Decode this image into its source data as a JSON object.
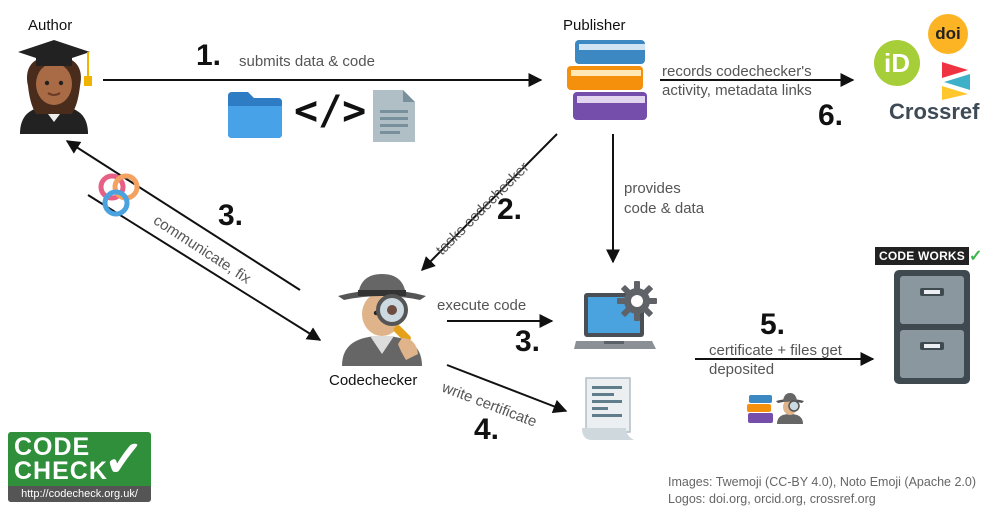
{
  "actors": {
    "author": "Author",
    "publisher": "Publisher",
    "codechecker": "Codechecker"
  },
  "steps": {
    "submit": "1.",
    "task": "2.",
    "communicate": "3.",
    "execute": "3.",
    "certificate": "4.",
    "deposit": "5.",
    "record": "6."
  },
  "edges": {
    "submits": "submits data & code",
    "records_line1": "records codechecker's",
    "records_line2": "activity, metadata links",
    "tasks": "tasks codechecker",
    "provides_line1": "provides",
    "provides_line2": "code & data",
    "communicate": "communicate, fix",
    "execute": "execute code",
    "write_certificate": "write certificate",
    "deposit_line1": "certificate + files get",
    "deposit_line2": "deposited"
  },
  "badge": {
    "text": "CODE WORKS",
    "check": "✓"
  },
  "logos": {
    "doi": "doi",
    "orcid": "iD",
    "crossref": "Crossref"
  },
  "codecheck_logo": {
    "line1": "CODE",
    "line2": "CHECK",
    "tick": "✓",
    "url": "http://codecheck.org.uk/"
  },
  "code_symbol": "</>",
  "credits": {
    "line1": "Images: Twemoji (CC-BY 4.0), Noto Emoji (Apache 2.0)",
    "line2": "Logos: doi.org, orcid.org, crossref.org"
  },
  "icons": [
    "graduate-icon",
    "folder-icon",
    "code-icon",
    "document-icon",
    "books-icon",
    "detective-icon",
    "laptop-icon",
    "gear-icon",
    "receipt-icon",
    "rings-icon",
    "filing-cabinet-icon",
    "doi-logo",
    "orcid-logo",
    "crossref-logo"
  ],
  "colors": {
    "arrow": "#111111",
    "label": "#555555",
    "folder": "#3a8fd9",
    "laptop_screen": "#4aa3df",
    "codecheck_green": "#2f8f3a",
    "orcid_green": "#a6ce39",
    "doi_yellow": "#fcb425"
  }
}
